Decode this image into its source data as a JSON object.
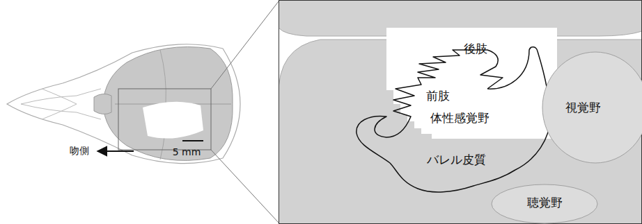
{
  "diagram": {
    "nodes": [
      {
        "text": [
          "視覚野"
        ]
      },
      {
        "text": [
          "聴覚野"
        ]
      }
    ],
    "labels": [
      "後肢",
      "前肢",
      "体性感覚野",
      "バレル皮質",
      "吻側",
      "5 mm"
    ]
  }
}
